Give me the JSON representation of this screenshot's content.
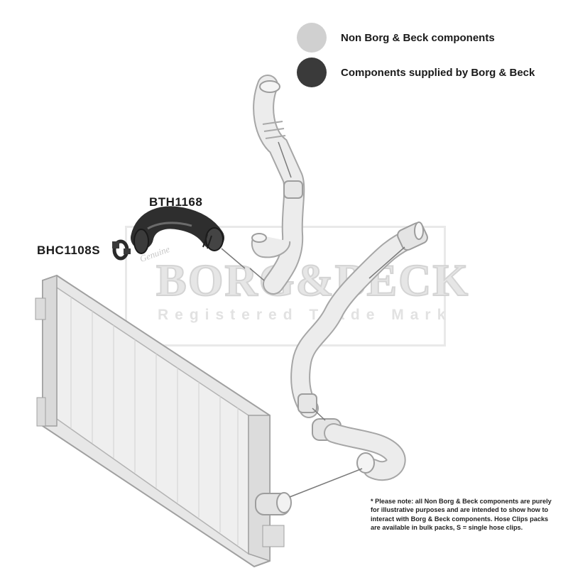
{
  "legend": {
    "items": [
      {
        "label": "Non Borg & Beck components",
        "color": "#d0d0d0"
      },
      {
        "label": "Components supplied by Borg & Beck",
        "color": "#3a3a3a"
      }
    ]
  },
  "parts": {
    "hose_code": "BTH1168",
    "clip_code": "BHC1108S"
  },
  "watermark": {
    "brand": "BORG&BECK",
    "subtitle": "Registered Trade Mark",
    "genuine": "Genuine"
  },
  "note": "* Please note: all Non Borg & Beck components are purely for illustrative purposes and are intended to show how to interact with Borg & Beck components. Hose Clips packs are available in bulk packs, S = single hose clips.",
  "colors": {
    "grey_component_fill": "#ececec",
    "grey_component_stroke": "#a6a6a6",
    "supplied_component": "#2e2e2e"
  }
}
